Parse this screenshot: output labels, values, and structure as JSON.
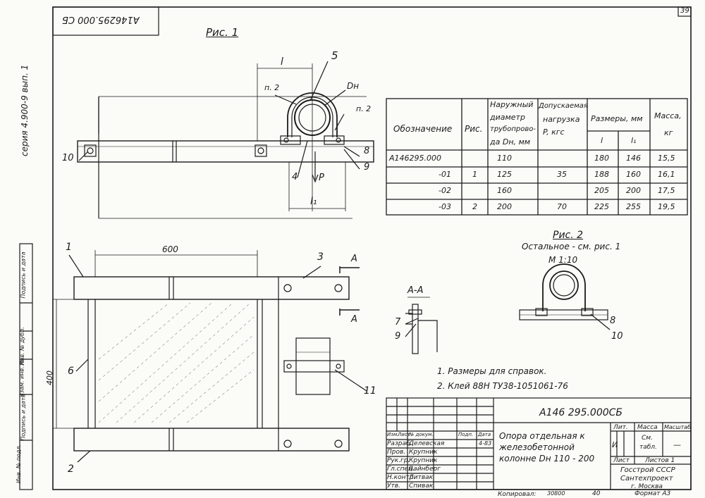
{
  "sheet_number": "39",
  "stamp_code": "А146295.000 СБ",
  "series_label": "серия 4.900-9 вып. 1",
  "fig1_label": "Рис. 1",
  "fig2_label": "Рис. 2",
  "fig2_note": "Остальное - см. рис. 1",
  "fig2_scale": "М 1:10",
  "section_label": "А-А",
  "section_mark": "А",
  "dims": {
    "l": "l",
    "l1": "l₁",
    "dn": "Dн",
    "n2": "п. 2",
    "p": "P",
    "d600": "600",
    "d400": "400"
  },
  "callouts": [
    "1",
    "2",
    "3",
    "4",
    "5",
    "6",
    "7",
    "8",
    "9",
    "10",
    "11"
  ],
  "table": {
    "headers": {
      "designation": "Обозначение",
      "fig": "Рис.",
      "outer_diam": [
        "Наружный",
        "диаметр",
        "трубопрово-",
        "да Dн, мм"
      ],
      "load": [
        "Допускаемая",
        "нагрузка",
        "P, кгс"
      ],
      "dimensions": "Размеры, мм",
      "l": "l",
      "l1": "l₁",
      "mass": [
        "Масса,",
        "кг"
      ]
    },
    "rows": [
      {
        "designation": "А146295.000",
        "fig": "",
        "dn": "110",
        "load": "",
        "l": "180",
        "l1": "146",
        "mass": "15,5"
      },
      {
        "designation": "-01",
        "fig": "1",
        "dn": "125",
        "load": "35",
        "l": "188",
        "l1": "160",
        "mass": "16,1"
      },
      {
        "designation": "-02",
        "fig": "",
        "dn": "160",
        "load": "",
        "l": "205",
        "l1": "200",
        "mass": "17,5"
      },
      {
        "designation": "-03",
        "fig": "2",
        "dn": "200",
        "load": "70",
        "l": "225",
        "l1": "255",
        "mass": "19,5"
      }
    ]
  },
  "notes": [
    "1. Размеры для справок.",
    "2. Клей 88Н ТУ38-1051061-76"
  ],
  "left_strip": [
    "Инв. № подл.",
    "Подпись и дата",
    "Взам. инв. №",
    "Инв. № дубл.",
    "Подпись и дата"
  ],
  "title_block": {
    "code": "А146 295.000СБ",
    "title": [
      "Опора отдельная к",
      "железобетонной",
      "колонне Dн 110 - 200"
    ],
    "header_cells": [
      "Изм.",
      "Лист",
      "№ докум.",
      "Подп.",
      "Дата"
    ],
    "roles": [
      {
        "role": "Разраб.",
        "name": "Делевская",
        "date": "4-83"
      },
      {
        "role": "Пров.",
        "name": "Крупник",
        "date": ""
      },
      {
        "role": "Рук.гр.",
        "name": "Крупник",
        "date": ""
      },
      {
        "role": "Гл.спец.",
        "name": "Вайнберг",
        "date": ""
      },
      {
        "role": "Н.контр.",
        "name": "Литвак",
        "date": ""
      },
      {
        "role": "Утв.",
        "name": "Спивак",
        "date": ""
      }
    ],
    "lit": "Лит.",
    "lit_value": "И",
    "mass": "Масса",
    "mass_value": [
      "См.",
      "табл."
    ],
    "scale": "Масштаб",
    "scale_value": "—",
    "sheet": "Лист",
    "sheets": "Листов 1",
    "org": [
      "Госстрой СССР",
      "Сантехпроект",
      "г. Москва"
    ]
  },
  "copy_label": "Копировал:",
  "copy_number": "30800",
  "copy_page": "40",
  "format": "Формат А3"
}
